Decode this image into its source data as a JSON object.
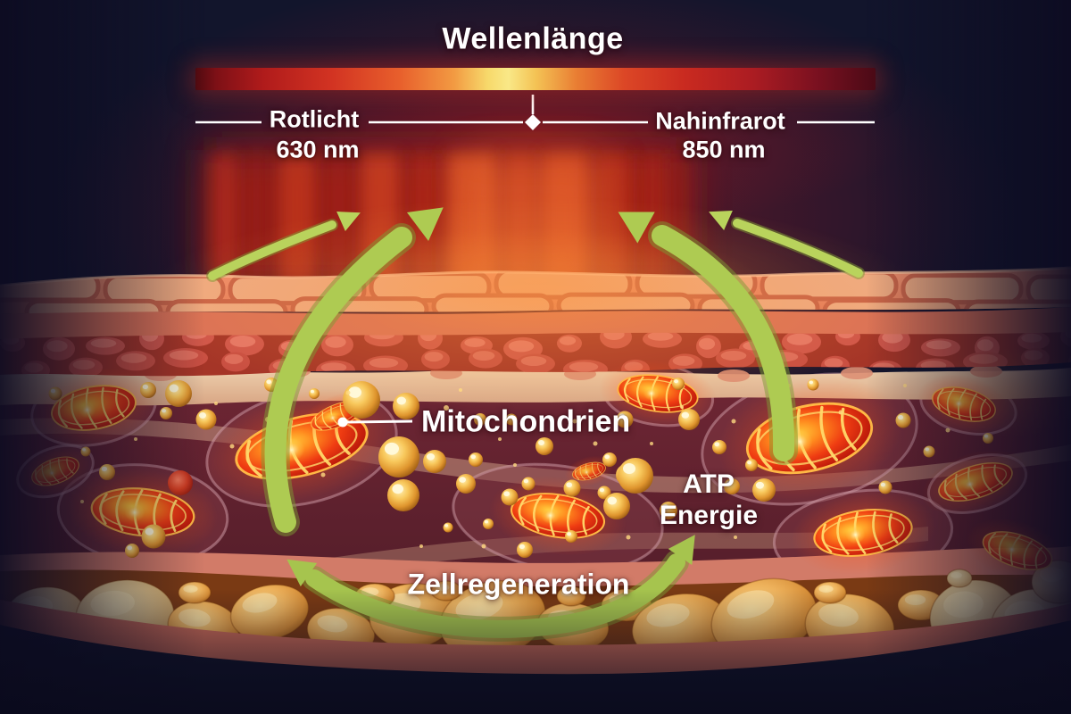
{
  "title": "Wellenlänge",
  "scale": {
    "left": {
      "label": "Rotlicht",
      "value": "630 nm"
    },
    "right": {
      "label": "Nahinfrarot",
      "value": "850 nm"
    }
  },
  "annotations": {
    "mitochondria": "Mitochondrien",
    "atp_line1": "ATP",
    "atp_line2": "Energie",
    "regeneration": "Zellregeneration"
  },
  "colors": {
    "background": "#12152c",
    "text": "#ffffff",
    "arrow_green": "#aecb52",
    "beam_red": "#d6411f",
    "mitochondria_glow": "#ff7a1a",
    "atp_orb_gold": "#f5c455",
    "bar_peak_yellow": "#f9e887",
    "bar_deep_red": "#4f0a10"
  }
}
